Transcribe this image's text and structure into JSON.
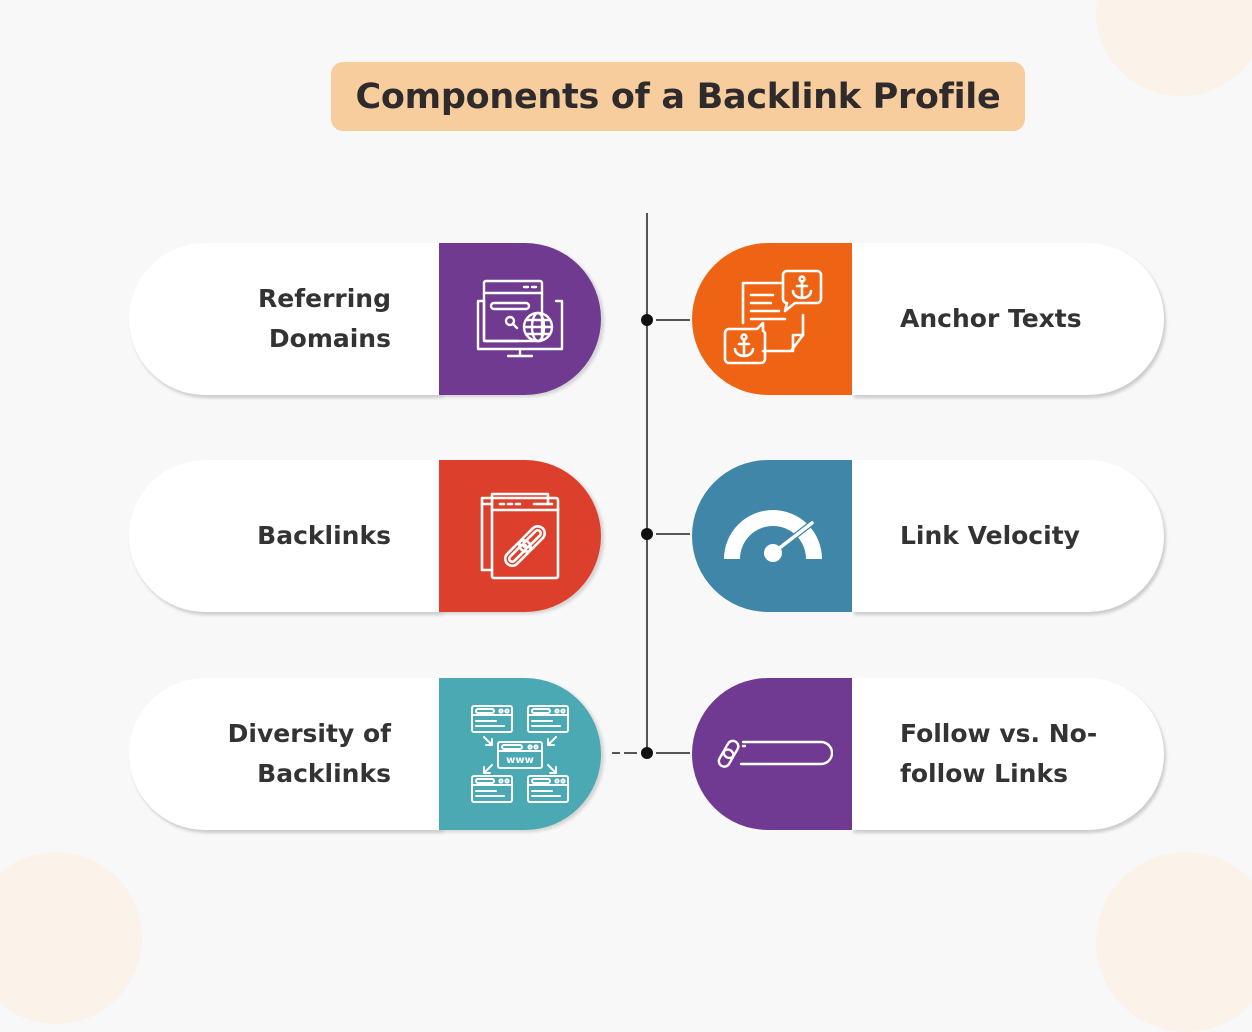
{
  "title": "Components of a Backlink Profile",
  "colors": {
    "title_bg": "#f7cd9d",
    "background": "#f8f8f9",
    "decor_circles": "#fbf2e9",
    "referring_domains": "#6f3a90",
    "backlinks": "#dc3f2b",
    "diversity": "#4aa9b2",
    "anchor_texts": "#ef6414",
    "link_velocity": "#3f86a8",
    "follow_nofollow": "#703a92"
  },
  "components": {
    "left": [
      {
        "label": "Referring Domains",
        "line1": "Referring",
        "line2": "Domains",
        "icon": "monitor-globe-search-icon"
      },
      {
        "label": "Backlinks",
        "line1": "Backlinks",
        "line2": "",
        "icon": "browser-chain-link-icon"
      },
      {
        "label": "Diversity of Backlinks",
        "line1": "Diversity of",
        "line2": "Backlinks",
        "icon": "www-network-windows-icon"
      }
    ],
    "right": [
      {
        "label": "Anchor Texts",
        "line1": "Anchor Texts",
        "line2": "",
        "icon": "document-anchor-icon"
      },
      {
        "label": "Link Velocity",
        "line1": "Link Velocity",
        "line2": "",
        "icon": "speedometer-icon"
      },
      {
        "label": "Follow vs. No-follow Links",
        "line1": "Follow vs. No-",
        "line2": "follow Links",
        "icon": "link-bar-icon"
      }
    ]
  }
}
